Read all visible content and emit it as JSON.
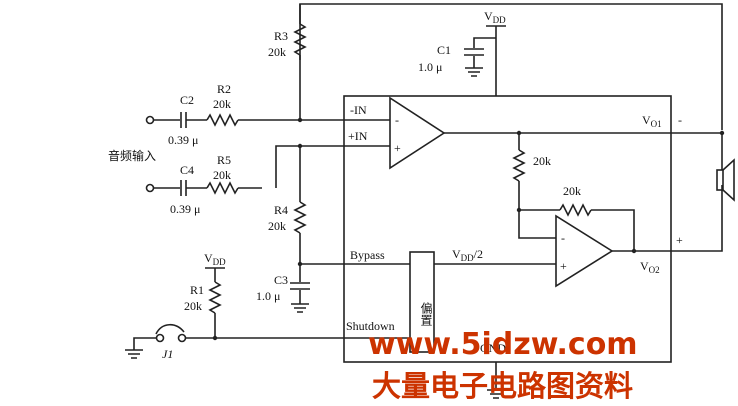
{
  "labels": {
    "vdd_top": "V",
    "vdd_top_sub": "DD",
    "r3_name": "R3",
    "r3_val": "20k",
    "c1_name": "C1",
    "c1_val": "1.0 μ",
    "c2_name": "C2",
    "c2_val": "0.39 μ",
    "r2_name": "R2",
    "r2_val": "20k",
    "minus_in": "-IN",
    "plus_in": "+IN",
    "audio_input": "音频输入",
    "c4_name": "C4",
    "c4_val": "0.39 μ",
    "r5_name": "R5",
    "r5_val": "20k",
    "r4_name": "R4",
    "r4_val": "20k",
    "c3_name": "C3",
    "c3_val": "1.0 μ",
    "r1_name": "R1",
    "r1_val": "20k",
    "vdd_left": "V",
    "vdd_left_sub": "DD",
    "j1": "J1",
    "bypass": "Bypass",
    "vdd_half": "V",
    "vdd_half_sub": "DD",
    "vdd_half_suffix": "/2",
    "shutdown": "Shutdown",
    "bias": "偏置",
    "gnd": "GND",
    "r_fb_1": "20k",
    "r_fb_2": "20k",
    "vo1": "V",
    "vo1_sub": "O1",
    "vo1_sign": "-",
    "vo2": "V",
    "vo2_sub": "O2",
    "vo2_sign": "+",
    "amp1_minus": "-",
    "amp1_plus": "+",
    "amp2_minus": "-",
    "amp2_plus": "+"
  },
  "watermark": {
    "site": "www.5idzw.com",
    "title": "大量电子电路图资料",
    "color": "#cc3300"
  }
}
